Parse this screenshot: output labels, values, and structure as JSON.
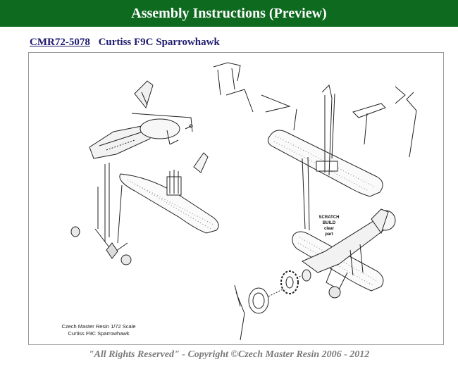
{
  "header": {
    "title": "Assembly Instructions (Preview)"
  },
  "product": {
    "code": "CMR72-5078",
    "name": "Curtiss F9C Sparrowhawk"
  },
  "diagram": {
    "caption_line1": "Czech Master Resin 1/72 Scale",
    "caption_line2": "Curtiss F9C Sparrowhawk",
    "note_line1": "SCRATCH",
    "note_line2": "BUILD",
    "note_line3": "clear",
    "note_line4": "part"
  },
  "footer": {
    "copyright": "\"All Rights Reserved\" - Copyright ©Czech Master Resin 2006 - 2012"
  },
  "colors": {
    "header_bg": "#0d6a1f",
    "title_text": "#1e1b6e",
    "footer_text": "#7a7a7a"
  }
}
